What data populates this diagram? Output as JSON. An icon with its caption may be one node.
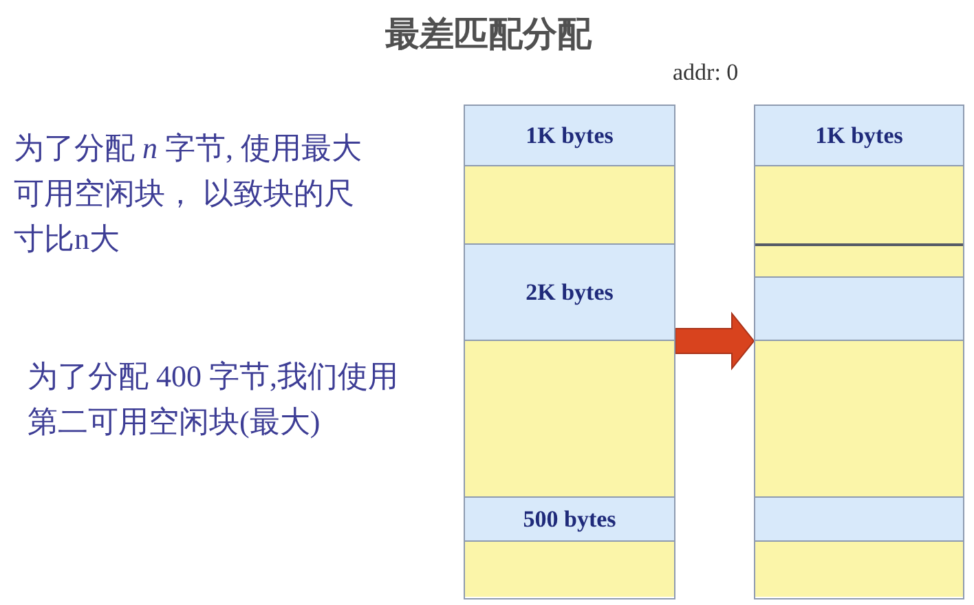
{
  "diagram": {
    "title": "最差匹配分配",
    "nodes": [
      {
        "text": [],
        "shape": "box"
      },
      {
        "text": [
          "1K bytes"
        ],
        "in": 0
      },
      {
        "text": [],
        "shape": "box",
        "in": 0
      },
      {
        "text": [
          "2K bytes"
        ],
        "in": 0
      },
      {
        "text": [],
        "shape": "box",
        "in": 0
      },
      {
        "text": [
          "500 bytes"
        ],
        "in": 0
      },
      {
        "text": [],
        "shape": "box",
        "in": 0
      },
      {
        "text": [],
        "shape": "box"
      },
      {
        "text": [
          "1K bytes"
        ],
        "in": 7
      },
      {
        "text": [],
        "shape": "box",
        "in": 7
      },
      {
        "text": [],
        "shape": "box",
        "in": 7
      },
      {
        "text": [],
        "shape": "box",
        "in": 7
      },
      {
        "text": [],
        "shape": "box",
        "in": 7
      },
      {
        "text": [],
        "shape": "box",
        "in": 7
      },
      {
        "text": [],
        "shape": "box",
        "in": 7
      }
    ],
    "edges": [
      {
        "from": 0,
        "to": 7,
        "arrow": "to"
      }
    ],
    "labels": [
      "addr: 0",
      "为了分配 *n* 字节, 使用最大可用空闲块， 以致块的尺寸比n大",
      "为了分配 400 字节,我们使用第二可用空闲块(最大)"
    ]
  }
}
